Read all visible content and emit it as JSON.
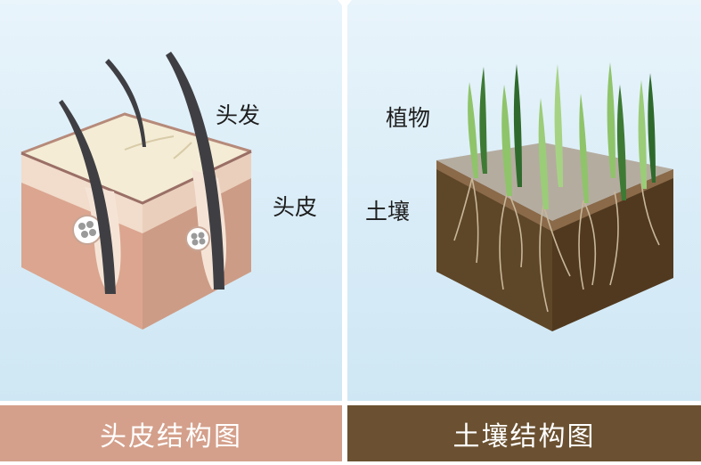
{
  "left": {
    "labels": {
      "hair": "头发",
      "scalp": "头皮"
    },
    "footer": "头皮结构图",
    "footer_color": "#d4a08b"
  },
  "right": {
    "labels": {
      "plant": "植物",
      "soil": "土壤"
    },
    "footer": "土壤结构图",
    "footer_color": "#6b5131"
  }
}
